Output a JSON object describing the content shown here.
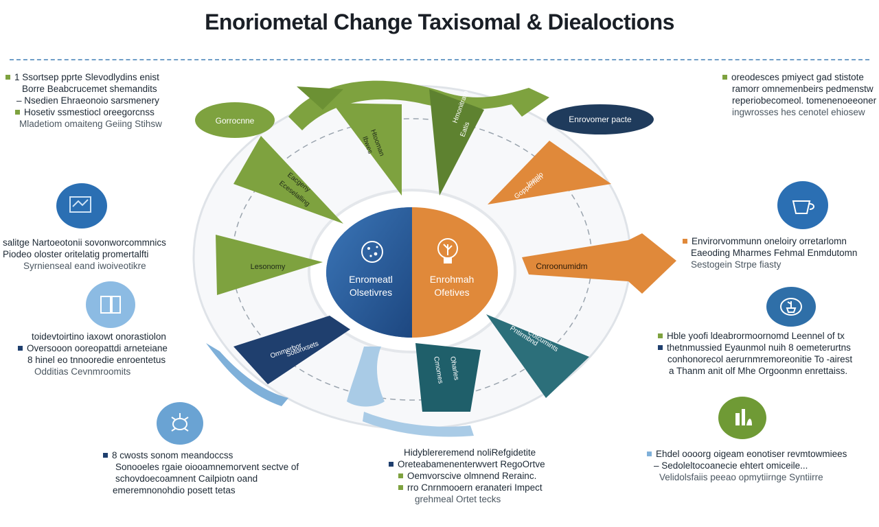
{
  "title": "Enoriometal Change Taxisomal & Diealoctions",
  "colors": {
    "green": "#7ea23f",
    "dark_green": "#5e8230",
    "orange": "#e0893a",
    "navy": "#1f3f6e",
    "teal": "#2c6f7a",
    "blue": "#2f63a0",
    "light_blue": "#7fb0d9",
    "rule": "#6f9ec8"
  },
  "icons": {
    "left_top": "lab-screen-icon",
    "left_mid": "document-panel-icon",
    "left_bottom": "microbe-icon",
    "right_top": "cup-icon",
    "right_mid": "plant-cup-icon",
    "right_bottom": "factory-icon",
    "center_left": "petri-dish-icon",
    "center_right": "lightbulb-tree-icon"
  },
  "wheel": {
    "pill_left": "Gorrocnne",
    "pill_right": "Enrovomer pacte",
    "core_left_line1": "Enromeatl",
    "core_left_line2": "Olsetivres",
    "core_right_line1": "Enrohmah",
    "core_right_line2": "Ofetives",
    "seg_green_1": "Lesonomy",
    "seg_green_2a": "Eacgeny",
    "seg_green_2b": "Eceselalling",
    "seg_green_3a": "Htooman",
    "seg_green_3b": "Ibwes",
    "seg_green_4a": "Hmonitrarn",
    "seg_green_4b": "Eatis",
    "seg_orange_1a": "Inenlo",
    "seg_orange_1b": "Gopperrien",
    "seg_orange_2": "Cnroonumidm",
    "seg_navy_a": "Ommerbor",
    "seg_navy_b": "Sotonxsets",
    "seg_teal_a": "Cmomes",
    "seg_teal_b": "Oharles",
    "seg_darkteal_a": "Pntirmbnd",
    "seg_darkteal_b": "Cotcumints"
  },
  "notes": {
    "left_top": {
      "l1": "1 Ssortsep pprte Slevodlydins enist",
      "l2": "Borre Beabcrucemet shemandits",
      "l3": "Nsedien Ehraeonoio sarsmenery",
      "l4": "Hosetiv ssmestiocl oreegorcnss",
      "l5": "Mladetiom omaiteng Geiing Stihsw"
    },
    "left_mid": {
      "l1": "salitge Nartoeotonii sovonworcommnics",
      "l2": "Piodeo oloster oritelatig promertalfti",
      "l3": "Syrnienseal eand iwoiveotikre"
    },
    "left_low": {
      "l1": "toidevtoirtino iaxowt onorastiolon",
      "l2": "Oversooon ooreopattdi arneteiane",
      "l3": "8 hinel eo tnnooredie enroentetus",
      "l4": "Odditias Cevnmroomits"
    },
    "bottom_left": {
      "l1": "8 cwosts sonom meandoccss",
      "l2": "Sonooeles rgaie oiooamnemorvent sectve of",
      "l3": "schovdoecoamnent Cailpiotn oand",
      "l4": "emeremnonohdio posett tetas"
    },
    "bottom_center": {
      "l1": "Hidyblereremend noliRefgidetite",
      "l2": "Oreteabamenenterwvert RegoOrtve",
      "l3": "Oemvorscive olmnend Rerainc.",
      "l4": "rro Cnrnmooern eranateri Impect",
      "l5": "grehmeal Ortet tecks"
    },
    "right_top": {
      "l1": "oreodesces pmiyect gad stistote",
      "l2": "ramorr omnemenbeirs pedmenstw",
      "l3": "reperiobecomeol. tomenenoeeoner",
      "l4": "ingwrosses hes  cenotel ehiosew"
    },
    "right_mid": {
      "l1": "Envirorvommunn oneloiry orretarlomn",
      "l2": "Eaeoding Mharmes Fehmal Enmdutomn",
      "l3": "Sestogein Strpe fiasty"
    },
    "right_low": {
      "l1": "Hble yoofi ldeabrormoornomd Leennel of tx",
      "l2": "thetnmussied Eyaunmol nuih 8 oemeterurtns",
      "l3": "conhonorecol aerurnmremoreonitie To -airest",
      "l4": "a Thanm anit olf Mhe Orgoonmn enrettaiss."
    },
    "bottom_right": {
      "l1": "Ehdel oooorg oigeam eonotiser revmtowmiees",
      "l2": "Sedoleltocoanecie ehtert omiceile...",
      "l3": "Velidolsfaiis peeao opmytiirnge Syntiirre"
    }
  }
}
